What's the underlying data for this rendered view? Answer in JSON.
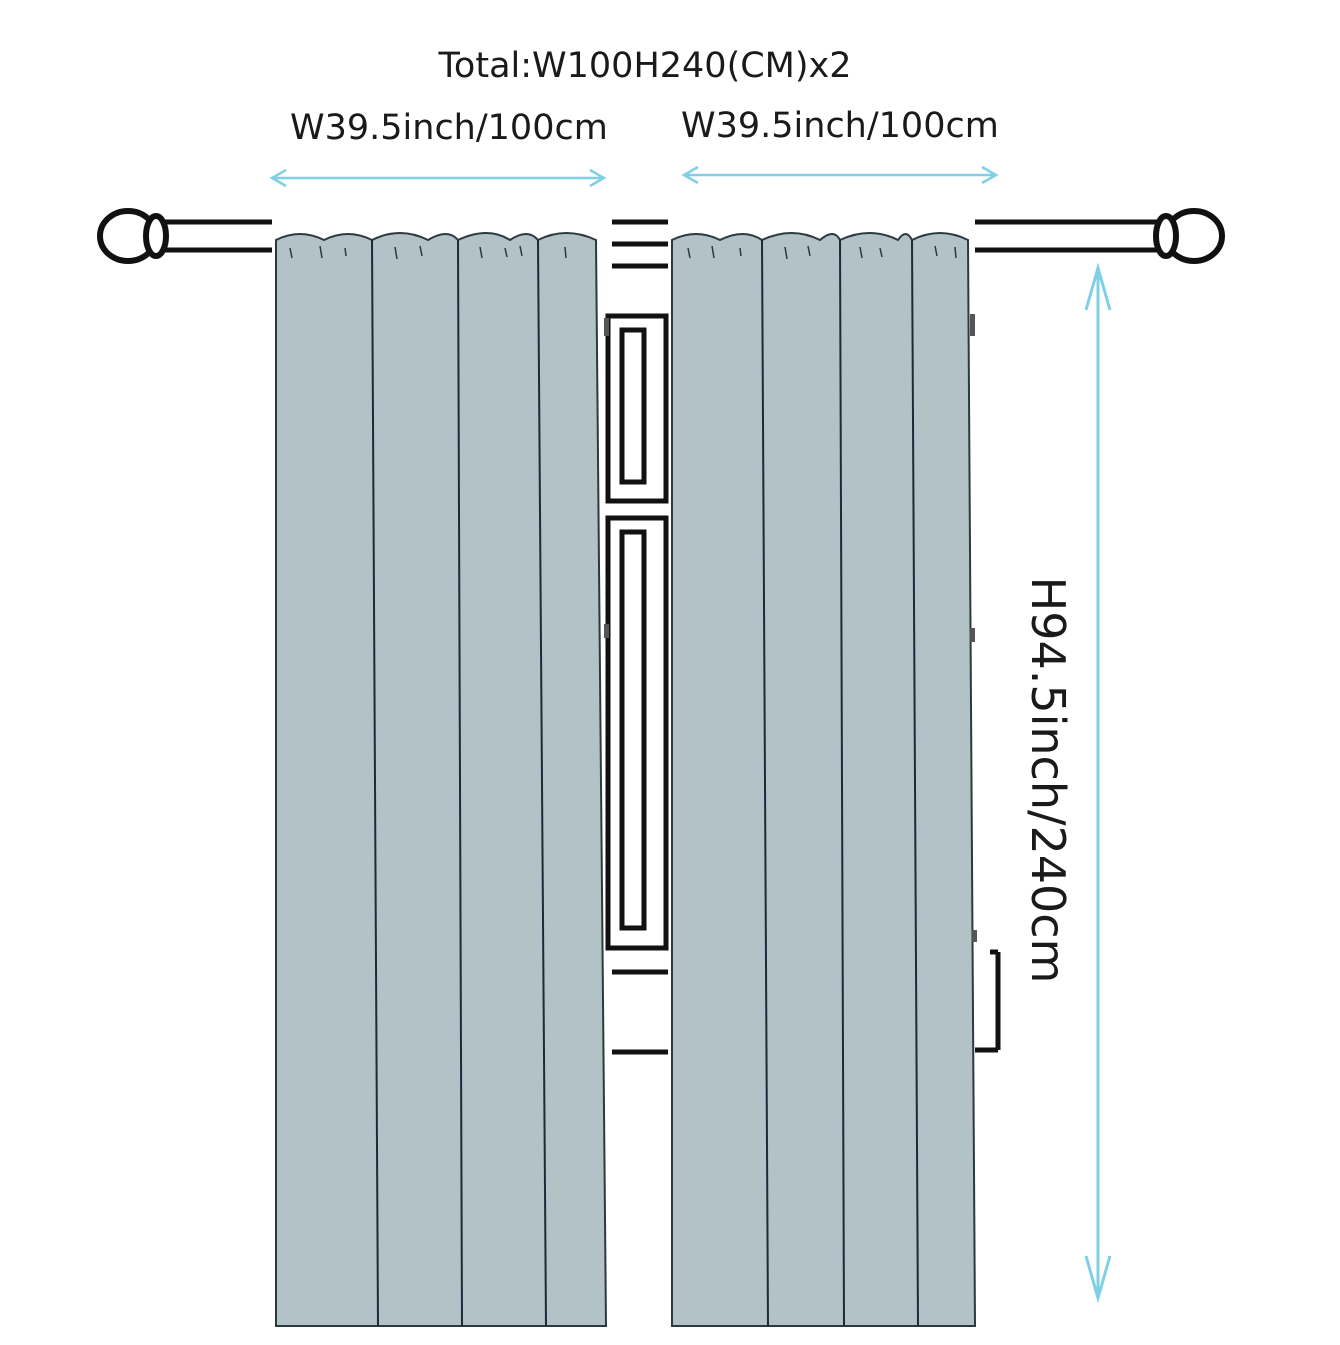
{
  "labels": {
    "total": "Total:W100H240(CM)x2",
    "left_width": "W39.5inch/100cm",
    "right_width": "W39.5inch/100cm",
    "height": "H94.5inch/240cm"
  },
  "colors": {
    "curtain_fill": "#b3c2c7",
    "line": "#111111",
    "dimension_arrow": "#7fd0e3",
    "background": "#ffffff"
  },
  "icons": {
    "rod_finial": "rod-finial-icon",
    "window": "window-icon"
  }
}
